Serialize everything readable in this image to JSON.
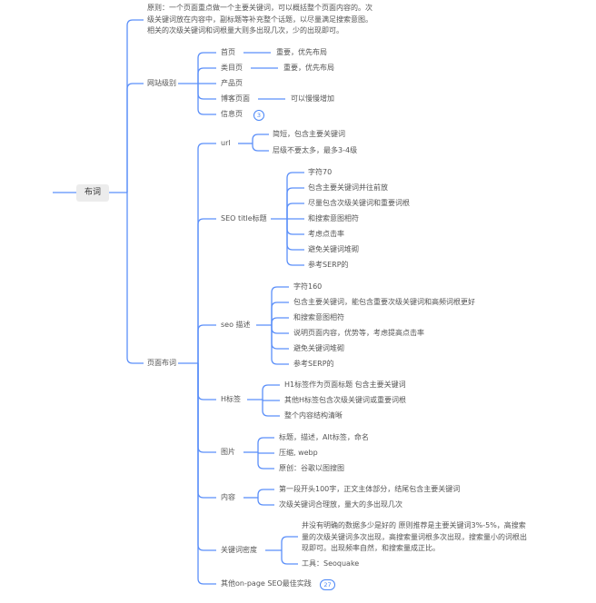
{
  "colors": {
    "line": "#5b8ff9",
    "text": "#555555",
    "root_bg": "#ececec"
  },
  "root": "布词",
  "principle": [
    "原则：一个页面重点做一个主要关键词，可以概括整个页面内容的。次",
    "级关键词放在内容中，副标题等补充整个话题，以尽量满足搜索意图。",
    "相关的次级关键词和词根量大则多出现几次，少的出现即可。"
  ],
  "site_level": {
    "label": "网站级别",
    "items": [
      "首页",
      "类目页",
      "产品页",
      "博客页面",
      "信息页"
    ],
    "notes": {
      "home": "重要，优先布局",
      "category": "重要，优先布局",
      "blog": "可以慢慢增加"
    },
    "info_badge": "3"
  },
  "page": {
    "label": "页面布词",
    "url": {
      "label": "url",
      "items": [
        "简短，包含主要关键词",
        "层级不要太多，最多3-4级"
      ]
    },
    "title": {
      "label": "SEO title标题",
      "items": [
        "字符70",
        "包含主要关键词并往前放",
        "尽量包含次级关键词和重要词根",
        "和搜索意图相符",
        "考虑点击率",
        "避免关键词堆砌",
        "参考SERP的"
      ]
    },
    "desc": {
      "label": "seo 描述",
      "items": [
        "字符160",
        "包含主要关键词，能包含重要次级关键词和高频词根更好",
        "和搜索意图相符",
        "说明页面内容，优势等，考虑提高点击率",
        "避免关键词堆砌",
        "参考SERP的"
      ]
    },
    "h": {
      "label": "H标签",
      "items": [
        "H1标签作为页面标题 包含主要关键词",
        "其他H标签包含次级关键词或重要词根",
        "整个内容结构清晰"
      ]
    },
    "img": {
      "label": "图片",
      "items": [
        "标题，描述，Alt标签，命名",
        "压缩, webp",
        "原创：谷歌以图搜图"
      ]
    },
    "content": {
      "label": "内容",
      "items": [
        "第一段开头100字，正文主体部分，结尾包含主要关键词",
        "次级关键词合理放，量大的多出现几次"
      ]
    },
    "density": {
      "label": "关键词密度",
      "para": [
        "并没有明确的数据多少是好的 原则推荐是主要关键词3%-5%，高搜索",
        "量的次级关键词多次出现，高搜索量词根多次出现，搜索量小的词根出",
        "现即可。出现频率自然，和搜索量成正比。"
      ],
      "tool": "工具：Seoquake"
    },
    "other": {
      "label": "其他on-page SEO最佳实践",
      "badge": "27"
    }
  }
}
